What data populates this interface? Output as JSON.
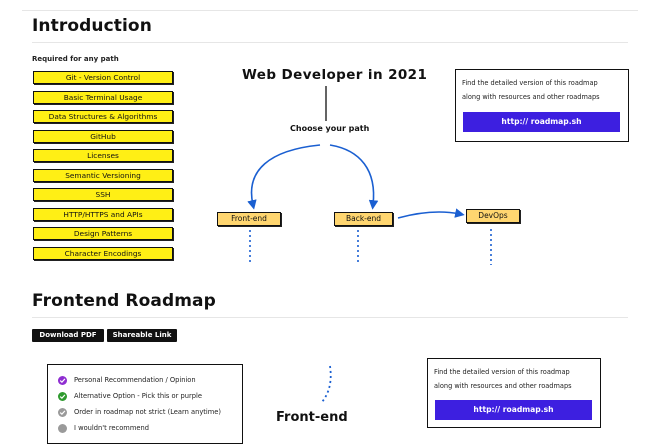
{
  "sections": {
    "introduction_title": "Introduction",
    "frontend_title": "Frontend Roadmap"
  },
  "required": {
    "label": "Required for any path",
    "items": [
      "Git - Version Control",
      "Basic Terminal Usage",
      "Data Structures & Algorithms",
      "GitHub",
      "Licenses",
      "Semantic Versioning",
      "SSH",
      "HTTP/HTTPS and APIs",
      "Design Patterns",
      "Character Encodings"
    ]
  },
  "flow": {
    "title": "Web Developer in 2021",
    "choose": "Choose your path",
    "nodes": [
      "Front-end",
      "Back-end",
      "DevOps"
    ]
  },
  "infobox": {
    "line1": "Find the detailed version of this roadmap",
    "line2": "along with resources and other roadmaps",
    "link": "http:// roadmap.sh"
  },
  "buttons": {
    "download": "Download PDF",
    "share": "Shareable Link"
  },
  "legend": {
    "items": [
      {
        "text": "Personal Recommendation / Opinion",
        "color": "#8f2ed1",
        "icon": "check-circle-icon"
      },
      {
        "text": "Alternative Option - Pick this or purple",
        "color": "#2e9a2e",
        "icon": "check-circle-icon"
      },
      {
        "text": "Order in roadmap not strict (Learn anytime)",
        "color": "#9a9a9a",
        "icon": "check-circle-icon"
      },
      {
        "text": "I wouldn't recommend",
        "color": "#9a9a9a",
        "icon": "circle-icon"
      }
    ]
  },
  "frontend_flow": {
    "title": "Front-end"
  },
  "colors": {
    "required_fill": "#ffef15",
    "node_fill": "#ffd670",
    "link_button": "#3d1fe0",
    "arrow": "#1a5fd1"
  }
}
